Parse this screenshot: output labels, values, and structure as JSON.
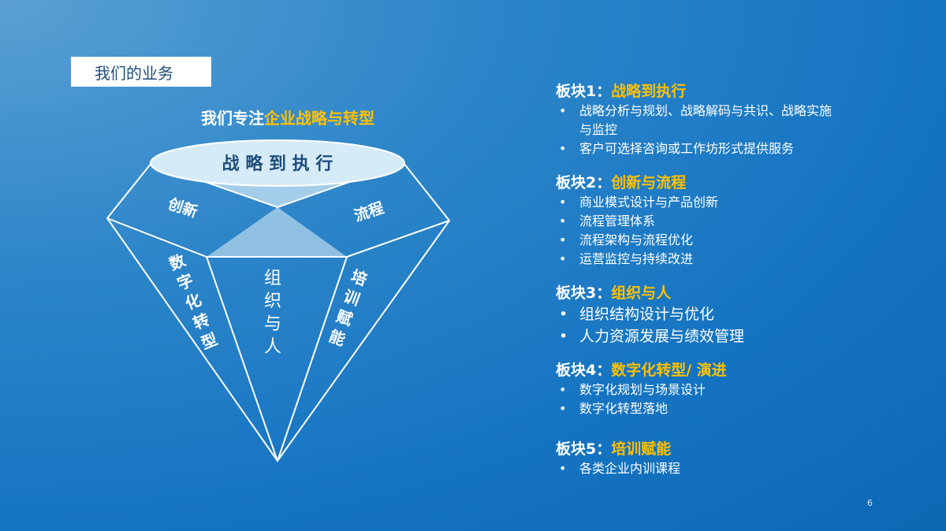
{
  "header": {
    "title": "我们的业务"
  },
  "headline": {
    "prefix": "我们专注",
    "highlight": "企业战略与转型"
  },
  "diamond": {
    "top_label": "战 略 到 执 行",
    "left_upper": "创新",
    "right_upper": "流程",
    "left_lower": [
      "数",
      "字",
      "化",
      "转",
      "型"
    ],
    "center_lower": [
      "组",
      "织",
      "与",
      "人"
    ],
    "right_lower": [
      "培",
      "训",
      "赋",
      "能"
    ]
  },
  "sections": [
    {
      "prefix": "板块1：",
      "name": "战略到执行",
      "items": [
        "战略分析与规划、战略解码与共识、战略实施与监控",
        "客户可选择咨询或工作坊形式提供服务"
      ]
    },
    {
      "prefix": "板块2：",
      "name": "创新与流程",
      "items": [
        "商业模式设计与产品创新",
        "流程管理体系",
        "流程架构与流程优化",
        "运营监控与持续改进"
      ]
    },
    {
      "prefix": "板块3：",
      "name": "组织与人",
      "items": [
        "组织结构设计与优化",
        "人力资源发展与绩效管理"
      ]
    },
    {
      "prefix": "板块4：",
      "name": "数字化转型/ 演进",
      "items": [
        "数字化规划与场景设计",
        "数字化转型落地"
      ]
    },
    {
      "prefix": "板块5：",
      "name": "培训赋能",
      "items": [
        "各类企业内训课程"
      ]
    }
  ],
  "footer": {
    "page_number": "6"
  },
  "colors": {
    "accent": "#ffc000",
    "background": "#1574c2",
    "ellipse_fill": "#d6ebf8"
  }
}
